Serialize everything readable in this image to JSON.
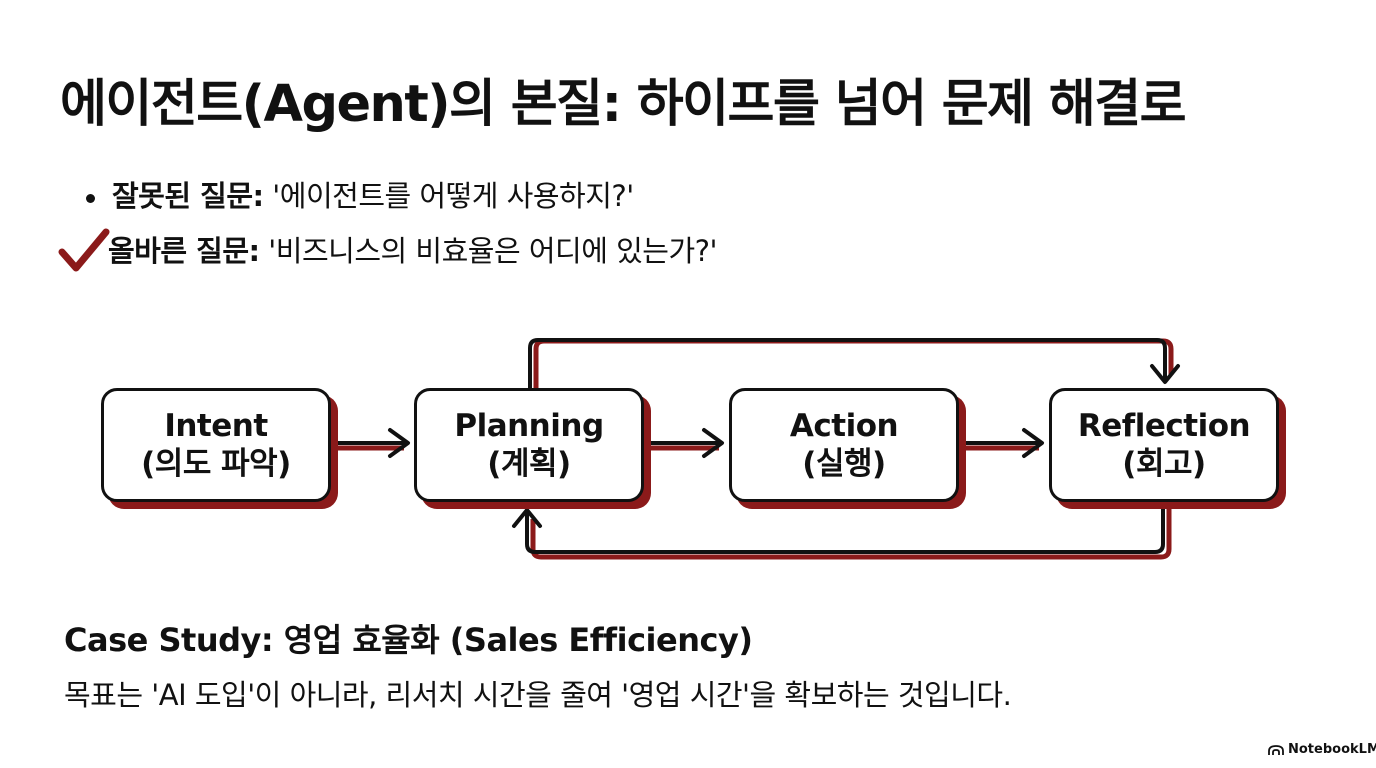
{
  "title": "에이전트(Agent)의 본질: 하이프를 넘어 문제 해결로",
  "questions": {
    "wrong": {
      "label": "잘못된 질문:",
      "text": " '에이전트를 어떻게 사용하지?'",
      "icon": "bullet-icon"
    },
    "right": {
      "label": "올바른 질문:",
      "text": " '비즈니스의 비효율은 어디에 있는가?'",
      "icon": "checkmark-icon"
    }
  },
  "diagram": {
    "nodes": [
      {
        "title": "Intent",
        "subtitle": "(의도 파악)"
      },
      {
        "title": "Planning",
        "subtitle": "(계획)"
      },
      {
        "title": "Action",
        "subtitle": "(실행)"
      },
      {
        "title": "Reflection",
        "subtitle": "(회고)"
      }
    ],
    "edges": [
      {
        "from": "Intent",
        "to": "Planning"
      },
      {
        "from": "Planning",
        "to": "Action"
      },
      {
        "from": "Action",
        "to": "Reflection"
      },
      {
        "from": "Planning",
        "to": "Reflection",
        "route": "over-top"
      },
      {
        "from": "Reflection",
        "to": "Planning",
        "route": "under-bottom"
      }
    ],
    "colors": {
      "stroke": "#111111",
      "accent": "#8b1a1a"
    }
  },
  "case_study": {
    "title": "Case Study: 영업 효율화 (Sales Efficiency)",
    "description": "목표는 'AI 도입'이 아니라, 리서치 시간을 줄여 '영업 시간'을 확보하는 것입니다."
  },
  "brand": {
    "name": "NotebookLM",
    "icon": "notebooklm-logo-icon"
  }
}
